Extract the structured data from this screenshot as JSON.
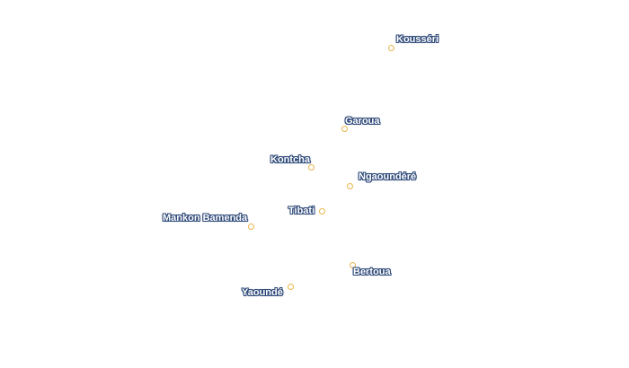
{
  "map": {
    "background_color": "#ffffff",
    "marker_color": "#e9b54a",
    "label_halo_color": "#2f4a7a",
    "places": [
      {
        "name": "Kousséri"
      },
      {
        "name": "Garoua"
      },
      {
        "name": "Kontcha"
      },
      {
        "name": "Ngaoundéré"
      },
      {
        "name": "Tibati"
      },
      {
        "name": "Mankon Bamenda"
      },
      {
        "name": "Bertoua"
      },
      {
        "name": "Yaoundé"
      }
    ]
  }
}
